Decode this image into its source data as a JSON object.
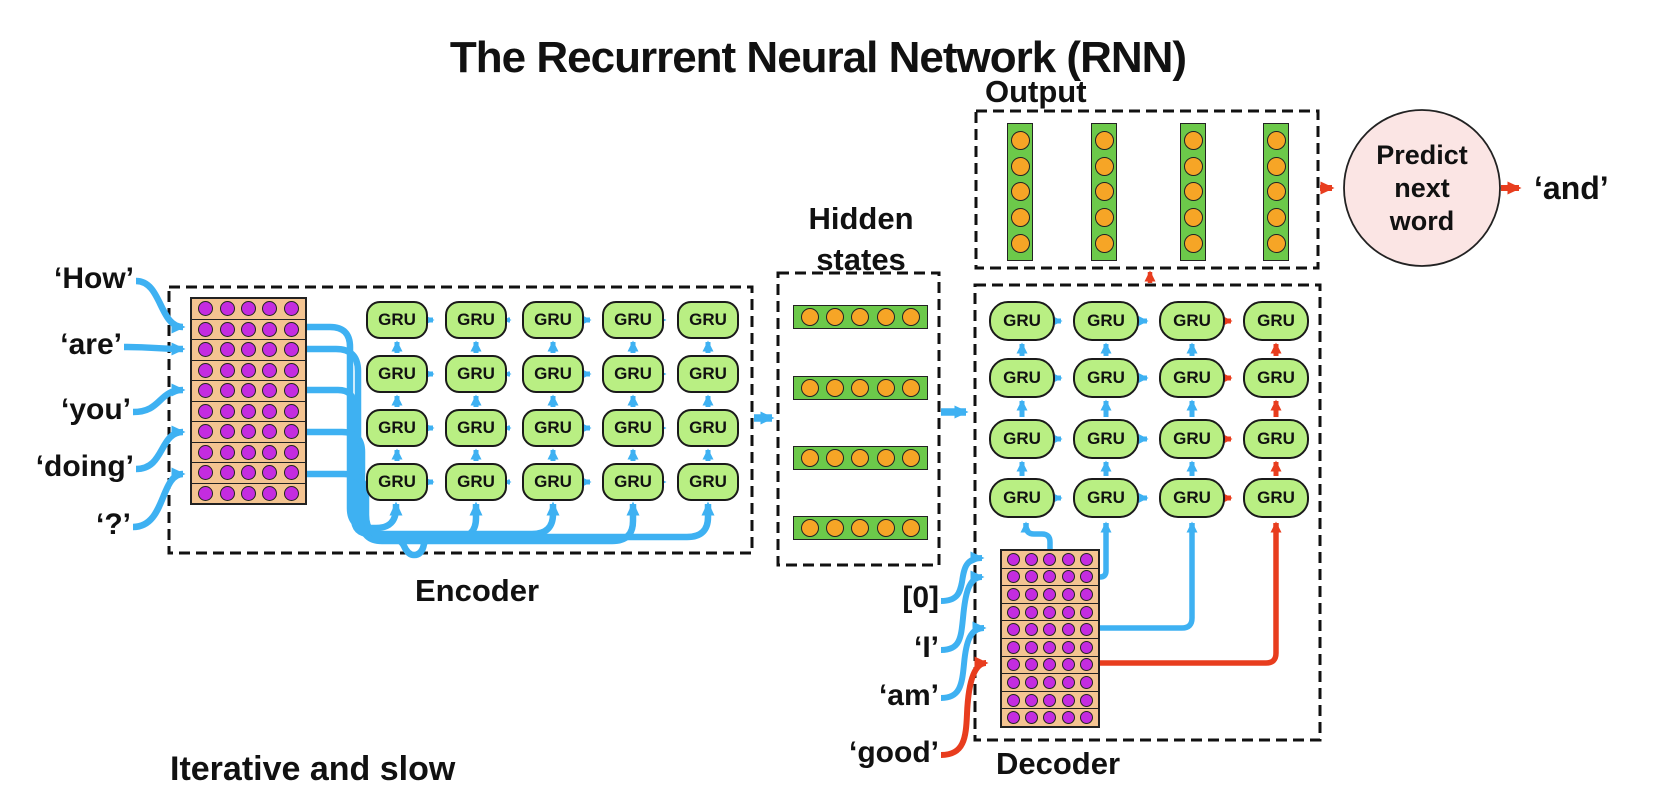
{
  "title": "The Recurrent Neural Network (RNN)",
  "note": "Iterative and slow",
  "labels": {
    "gru": "GRU",
    "encoder": "Encoder",
    "decoder": "Decoder",
    "hidden_line1": "Hidden",
    "hidden_line2": "states",
    "output": "Output",
    "predicted_word": "‘and’"
  },
  "encoder_inputs": [
    "‘How’",
    "‘are’",
    "‘you’",
    "‘doing’",
    "‘?’"
  ],
  "decoder_inputs": [
    "[0]",
    "‘I’",
    "‘am’",
    "‘good’"
  ],
  "predict_circle": [
    "Predict",
    "next",
    "word"
  ],
  "colors": {
    "blue": "#3eb1f2",
    "red": "#e83d1e",
    "gru-fill": "#b9ef83",
    "green": "#6cc94a",
    "orange": "#f6a526",
    "purple": "#c42ce0",
    "tan": "#f4c491",
    "pink": "#fbe5e4",
    "ink": "#111111"
  }
}
